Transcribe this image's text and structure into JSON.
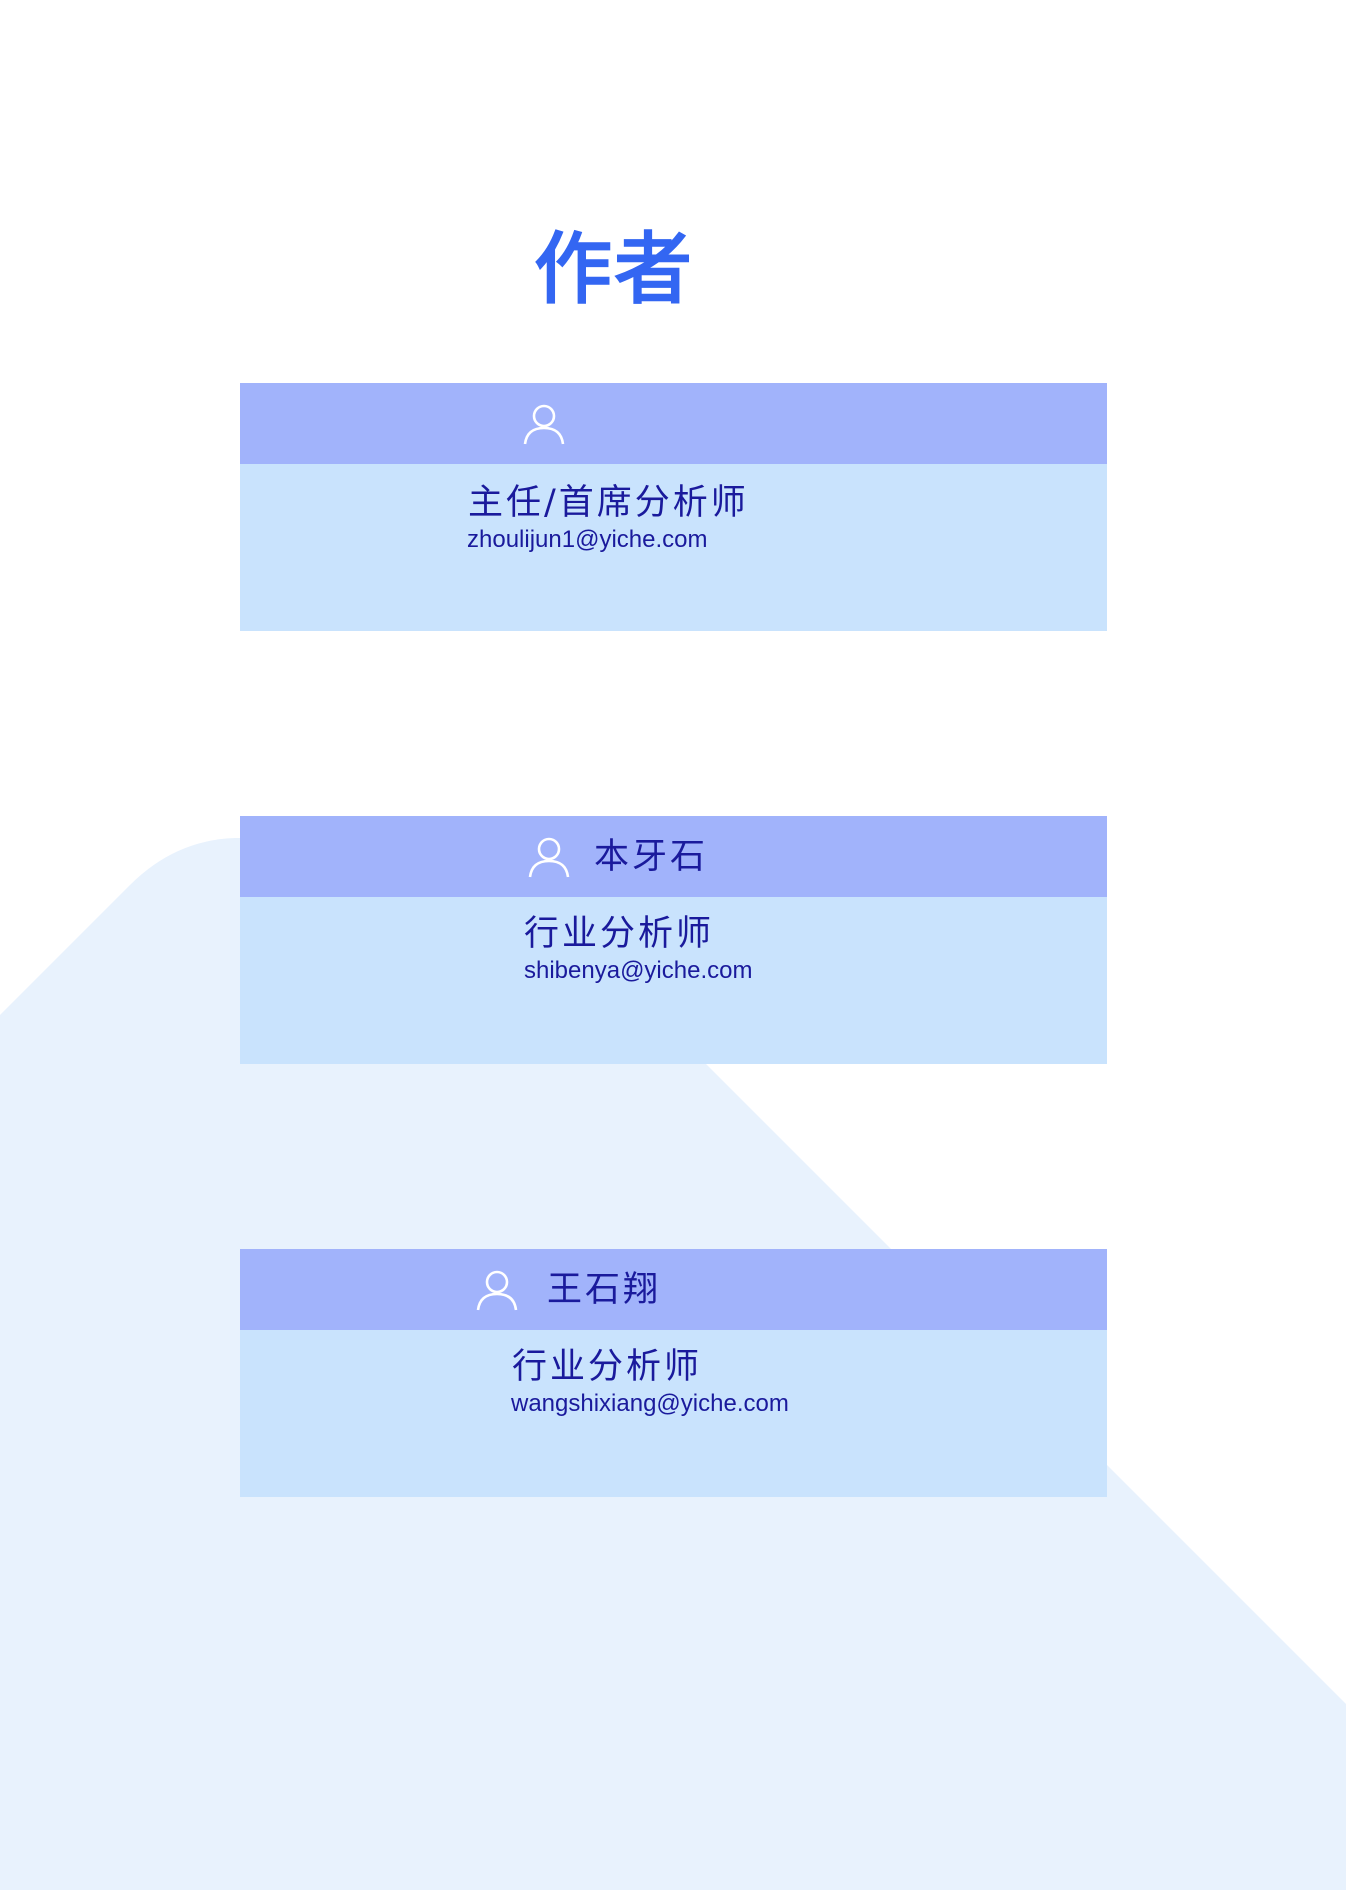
{
  "page": {
    "title": "作者"
  },
  "colors": {
    "title": "#3366f2",
    "header_band": "#a1b3fb",
    "body_band": "#c9e3fd",
    "text": "#1a1a9c",
    "background_shape": "#e8f2fd"
  },
  "authors": [
    {
      "icon": "person-icon",
      "name": "",
      "role": "主任/首席分析师",
      "email": "zhoulijun1@yiche.com"
    },
    {
      "icon": "person-icon",
      "name": "本牙石",
      "role": "行业分析师",
      "email": "shibenya@yiche.com"
    },
    {
      "icon": "person-icon",
      "name": "王石翔",
      "role": "行业分析师",
      "email": "wangshixiang@yiche.com"
    }
  ]
}
